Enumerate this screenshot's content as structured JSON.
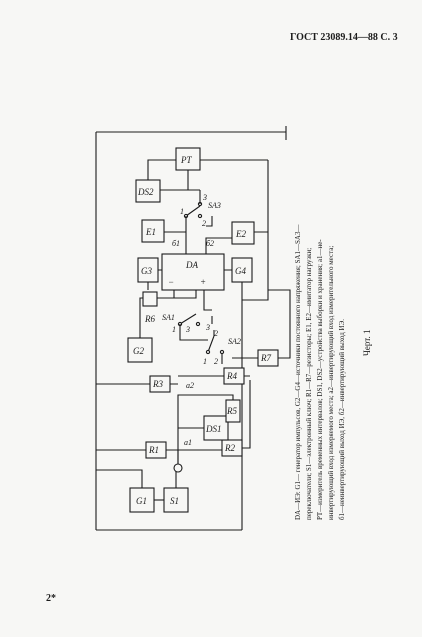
{
  "header": "ГОСТ 23089.14—88 С. 3",
  "page_marker": "2*",
  "figure_label": "Черт. 1",
  "caption_lines": [
    "DA—ИЭ: G1— генератор импульсов, G2—G4—источники постоянного напряжения; SA1—SA3—",
    "переключатели; S1—электронный ключ; R1—R7—резисторы; E1, E2—имитатор нагрузки;",
    "PT—измеритель временных интервалов; DS1, DS2—устройства выборки и хранения; a1—не-",
    "инвертирующий вход измеряемого места; a2—инвертирующий вход измерительного места;",
    "б1—неинвертирующий выход ИЭ, б2—инвертирующий выход ИЭ."
  ],
  "diagram": {
    "blocks": {
      "g1": "G1",
      "s1": "S1",
      "r1": "R1",
      "r2": "R2",
      "r3": "R3",
      "r4": "R4",
      "r5": "R5",
      "r6": "R6",
      "r7": "R7",
      "ds1": "DS1",
      "ds2": "DS2",
      "g2": "G2",
      "g3": "G3",
      "g4": "G4",
      "da": "DA",
      "e1": "E1",
      "e2": "E2",
      "pt": "PT"
    },
    "labels": {
      "sa1": "SA1",
      "sa2": "SA2",
      "sa3": "SA3",
      "a1": "a1",
      "a2": "a2",
      "b1": "б1",
      "b2": "б2",
      "minus": "−",
      "plus": "+",
      "sa1_1": "1",
      "sa1_2": "2",
      "sa1_3": "3",
      "sa2_1": "1",
      "sa2_2": "2",
      "sa2_3": "3",
      "sa3_1": "1",
      "sa3_2": "2",
      "sa3_3": "3"
    }
  }
}
